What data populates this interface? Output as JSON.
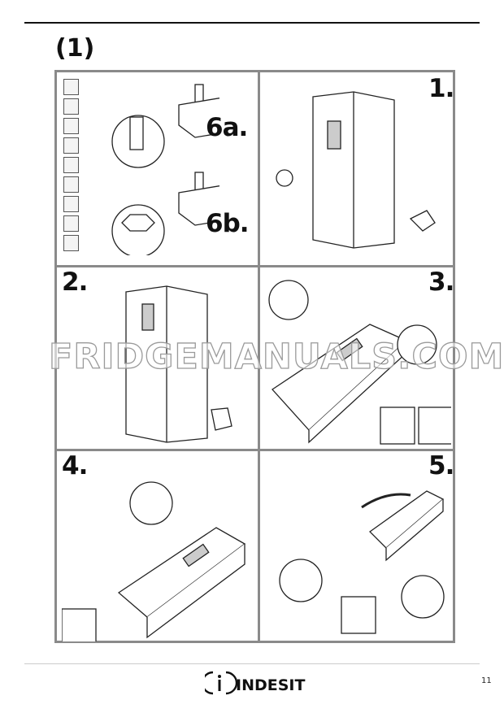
{
  "page": {
    "figure_number": "(1)",
    "page_number": "11"
  },
  "panels": {
    "p6a": "6a.",
    "p6b": "6b.",
    "p1": "1.",
    "p2": "2.",
    "p3": "3.",
    "p4": "4.",
    "p5": "5."
  },
  "watermark": "FRIDGEMANUALS.COM",
  "footer": {
    "brand": "INDESIT"
  },
  "colors": {
    "frame": "#8a8a8a",
    "ink": "#111111"
  }
}
